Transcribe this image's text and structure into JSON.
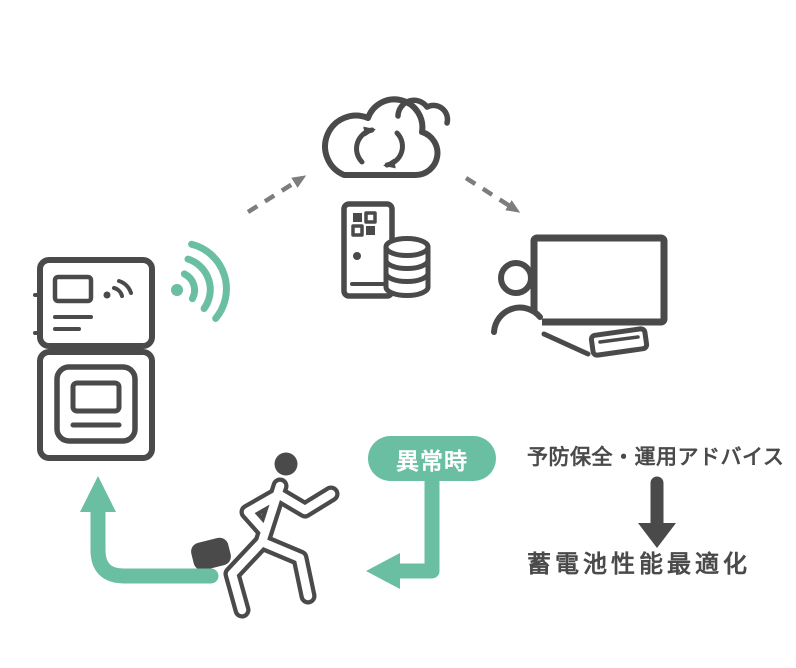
{
  "colors": {
    "accent": "#6abfa3",
    "ink": "#4a4a4a",
    "connector": "#7d7d7d",
    "bg": "#ffffff"
  },
  "labels": {
    "abnormal_badge": "異常時",
    "advice": "予防保全・運用アドバイス",
    "optimization": "蓄電池性能最適化"
  },
  "nodes": {
    "cloud": {
      "icon": "cloud-sync-icon"
    },
    "server": {
      "icon": "server-database-icon"
    },
    "operator": {
      "icon": "operator-monitor-icon"
    },
    "battery_unit": {
      "icon": "battery-storage-icon"
    },
    "wireless": {
      "icon": "wifi-signal-icon"
    },
    "field_engineer": {
      "icon": "running-person-icon"
    }
  }
}
